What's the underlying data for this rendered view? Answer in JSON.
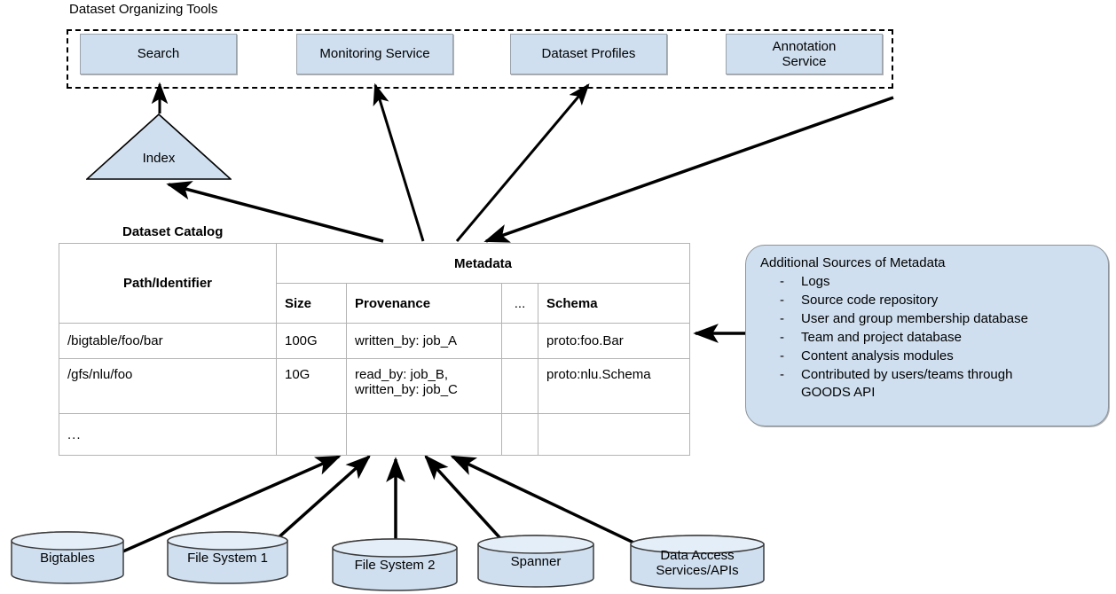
{
  "diagram": {
    "title_caption": "Dataset Organizing Tools",
    "catalog_caption": "Dataset Catalog",
    "accent_fill": "#cfdfef",
    "stroke": "#000000"
  },
  "tools": {
    "group_label": "Dataset Organizing Tools",
    "items": [
      {
        "label": "Search"
      },
      {
        "label": "Monitoring Service"
      },
      {
        "label": "Dataset Profiles"
      },
      {
        "label": "Annotation\nService"
      }
    ]
  },
  "index_node": {
    "label": "Index"
  },
  "catalog": {
    "caption": "Dataset Catalog",
    "group_header": "Metadata",
    "path_header": "Path/Identifier",
    "sub_headers": [
      "Size",
      "Provenance",
      "...",
      "Schema"
    ],
    "rows": [
      {
        "path": "/bigtable/foo/bar",
        "size": "100G",
        "provenance": "written_by: job_A",
        "more": "",
        "schema": "proto:foo.Bar"
      },
      {
        "path": "/gfs/nlu/foo",
        "size": "10G",
        "provenance": "read_by: job_B,\nwritten_by: job_C",
        "more": "",
        "schema": "proto:nlu.Schema"
      },
      {
        "path": "...",
        "size": "",
        "provenance": "",
        "more": "",
        "schema": ""
      }
    ]
  },
  "metadata_note": {
    "title": "Additional Sources of Metadata",
    "bullet_marker": "-",
    "items": [
      "Logs",
      "Source code repository",
      "User and group membership database",
      "Team and project database",
      "Content analysis modules",
      "Contributed by users/teams through\nGOODS API"
    ]
  },
  "sources": [
    {
      "label": "Bigtables"
    },
    {
      "label": "File System 1"
    },
    {
      "label": "File System 2"
    },
    {
      "label": "Spanner"
    },
    {
      "label": "Data Access\nServices/APIs"
    }
  ]
}
